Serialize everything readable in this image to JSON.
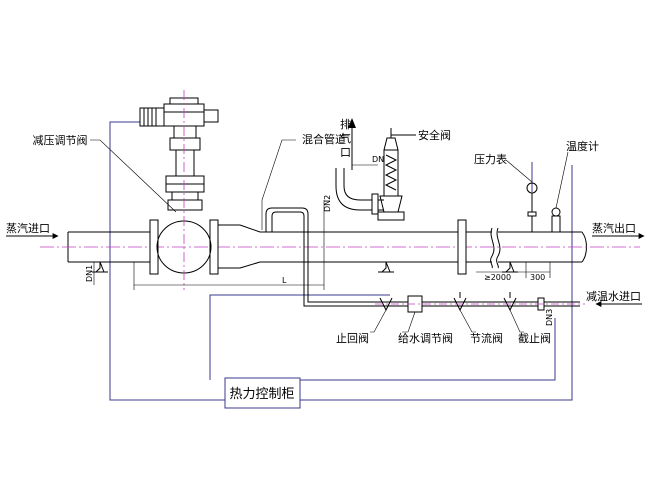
{
  "labels": {
    "pressure_valve": "减压调节阀",
    "mixing_pipe": "混合管道",
    "exhaust_1": "排",
    "exhaust_2": "气",
    "exhaust_3": "口",
    "safety_valve": "安全阀",
    "pressure_gauge": "压力表",
    "thermometer": "温度计",
    "steam_inlet": "蒸汽进口",
    "steam_outlet": "蒸汽出口",
    "water_inlet": "减温水进口",
    "check_valve": "止回阀",
    "feed_water_valve": "给水调节阀",
    "throttle_valve": "节流阀",
    "stop_valve": "截止阀",
    "control_cabinet": "热力控制柜"
  },
  "dimensions": {
    "dn_exhaust": "DN",
    "dn2": "DN2",
    "dn1": "DN1",
    "dn3": "DN3",
    "length_l": "L",
    "len_2000": "≥2000",
    "len_300": "300"
  },
  "colors": {
    "pipe": "#000000",
    "control_line": "#3a3a8c",
    "center_line": "#c040c0"
  }
}
